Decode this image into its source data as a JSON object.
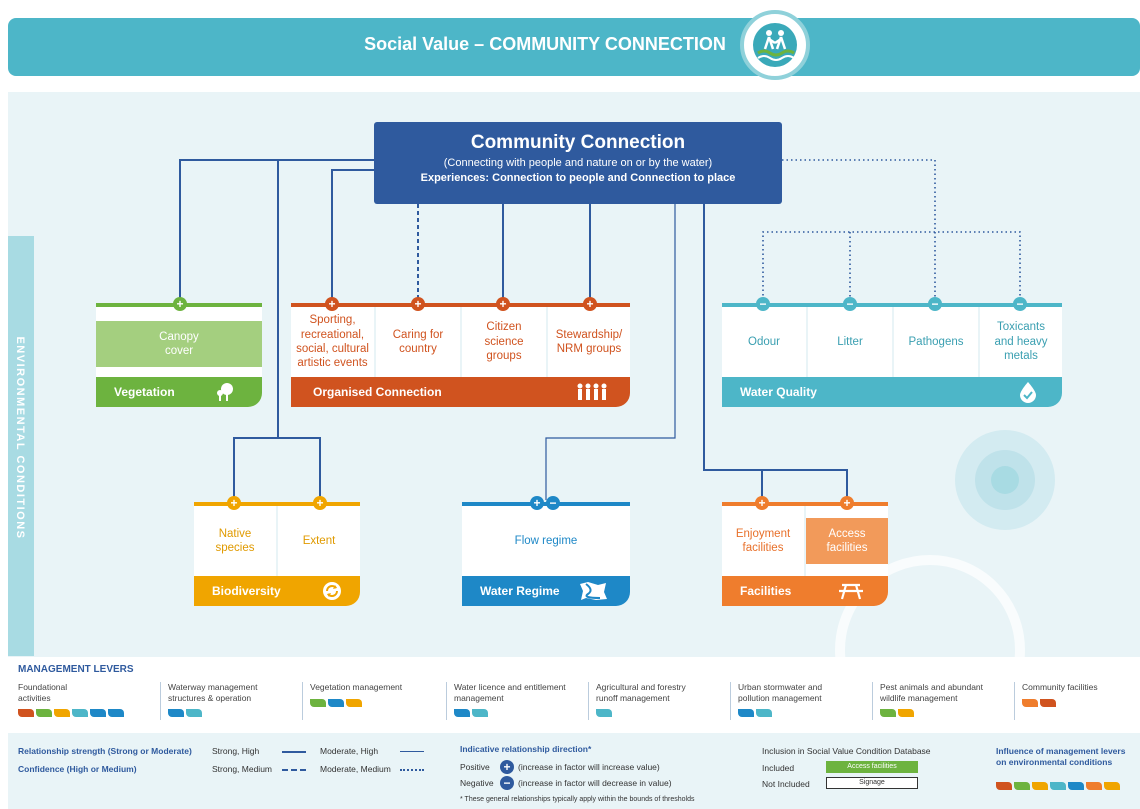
{
  "header": {
    "title": "Social Value – COMMUNITY CONNECTION"
  },
  "side_label": "ENVIRONMENTAL CONDITIONS",
  "center": {
    "title": "Community Connection",
    "subtitle": "(Connecting with people and nature on or by the water)",
    "experiences": "Experiences: Connection to people and Connection to place"
  },
  "vegetation": {
    "label": "Vegetation",
    "items": [
      "Canopy cover"
    ]
  },
  "organised": {
    "label": "Organised Connection",
    "items": [
      "Sporting, recreational, social, cultural artistic events",
      "Caring for country",
      "Citizen science groups",
      "Stewardship/ NRM groups"
    ]
  },
  "water_quality": {
    "label": "Water Quality",
    "items": [
      "Odour",
      "Litter",
      "Pathogens",
      "Toxicants and heavy metals"
    ]
  },
  "biodiversity": {
    "label": "Biodiversity",
    "items": [
      "Native species",
      "Extent"
    ]
  },
  "water_regime": {
    "label": "Water Regime",
    "items": [
      "Flow regime"
    ]
  },
  "facilities": {
    "label": "Facilities",
    "items": [
      "Enjoyment facilities",
      "Access facilities"
    ]
  },
  "signs": {
    "plus": "+",
    "minus": "−"
  },
  "colors": {
    "vegetation": "#6db33f",
    "organised": "#d0531f",
    "water_quality": "#4db6c8",
    "biodiversity": "#f0a500",
    "water_regime": "#1e88c7",
    "facilities": "#ef7d2d",
    "navy": "#2f5a9e"
  },
  "levers": {
    "title": "MANAGEMENT LEVERS",
    "items": [
      {
        "label": "Foundational activities",
        "colors": [
          "#d0531f",
          "#6db33f",
          "#f0a500",
          "#4db6c8",
          "#1e88c7",
          "#1e88c7"
        ]
      },
      {
        "label": "Waterway management structures & operation",
        "colors": [
          "#1e88c7",
          "#4db6c8"
        ]
      },
      {
        "label": "Vegetation management",
        "colors": [
          "#6db33f",
          "#1e88c7",
          "#f0a500"
        ]
      },
      {
        "label": "Water licence and entitlement management",
        "colors": [
          "#1e88c7",
          "#4db6c8"
        ]
      },
      {
        "label": "Agricultural and forestry runoff management",
        "colors": [
          "#4db6c8"
        ]
      },
      {
        "label": "Urban stormwater and pollution management",
        "colors": [
          "#1e88c7",
          "#4db6c8"
        ]
      },
      {
        "label": "Pest animals and abundant wildlife management",
        "colors": [
          "#6db33f",
          "#f0a500"
        ]
      },
      {
        "label": "Community facilities",
        "colors": [
          "#ef7d2d",
          "#d0531f"
        ]
      }
    ]
  },
  "legend": {
    "strength_label": "Relationship strength (Strong or Moderate)",
    "confidence_label": "Confidence (High or Medium)",
    "strong_high": "Strong, High",
    "strong_medium": "Strong, Medium",
    "moderate_high": "Moderate, High",
    "moderate_medium": "Moderate, Medium",
    "direction_title": "Indicative relationship direction*",
    "positive": "Positive",
    "positive_desc": "(increase in factor will increase value)",
    "negative": "Negative",
    "negative_desc": "(increase in factor will decrease in value)",
    "footnote": "* These general relationships typically apply within the bounds of thresholds",
    "db_title": "Inclusion in Social Value Condition Database",
    "included": "Included",
    "included_example": "Access facilities",
    "not_included": "Not Included",
    "not_included_example": "Signage",
    "influence_title": "Influence of management levers on environmental conditions",
    "influence_colors": [
      "#d0531f",
      "#6db33f",
      "#f0a500",
      "#4db6c8",
      "#1e88c7",
      "#ef7d2d",
      "#f0a500"
    ]
  }
}
